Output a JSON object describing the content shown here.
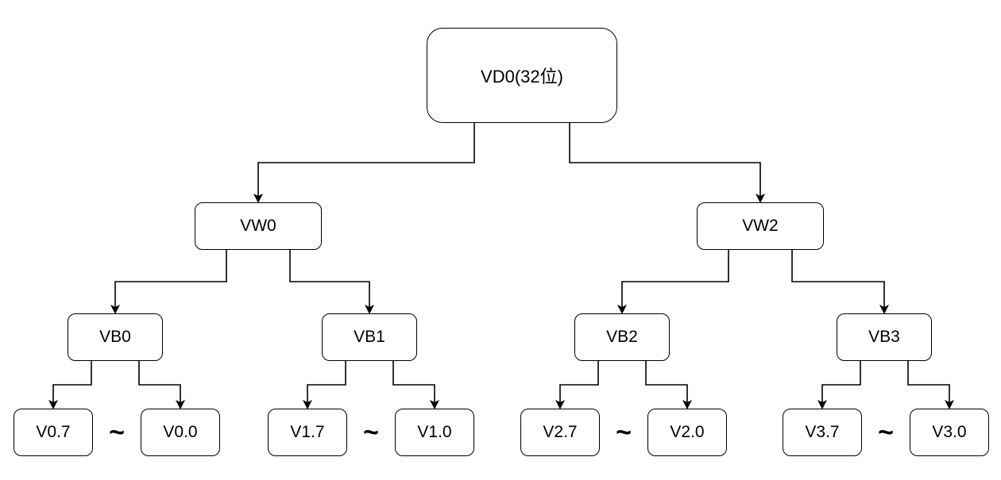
{
  "diagram": {
    "root": {
      "id": "vd0",
      "label": "VD0(32位)"
    },
    "words": [
      {
        "id": "vw0",
        "label": "VW0"
      },
      {
        "id": "vw2",
        "label": "VW2"
      }
    ],
    "bytes": [
      {
        "id": "vb0",
        "label": "VB0"
      },
      {
        "id": "vb1",
        "label": "VB1"
      },
      {
        "id": "vb2",
        "label": "VB2"
      },
      {
        "id": "vb3",
        "label": "VB3"
      }
    ],
    "bits": [
      {
        "id": "v0-7",
        "label": "V0.7"
      },
      {
        "id": "v0-0",
        "label": "V0.0"
      },
      {
        "id": "v1-7",
        "label": "V1.7"
      },
      {
        "id": "v1-0",
        "label": "V1.0"
      },
      {
        "id": "v2-7",
        "label": "V2.7"
      },
      {
        "id": "v2-0",
        "label": "V2.0"
      },
      {
        "id": "v3-7",
        "label": "V3.7"
      },
      {
        "id": "v3-0",
        "label": "V3.0"
      }
    ],
    "range_symbol": "~",
    "edges": [
      [
        "vd0",
        "vw0"
      ],
      [
        "vd0",
        "vw2"
      ],
      [
        "vw0",
        "vb0"
      ],
      [
        "vw0",
        "vb1"
      ],
      [
        "vw2",
        "vb2"
      ],
      [
        "vw2",
        "vb3"
      ],
      [
        "vb0",
        "v0-7"
      ],
      [
        "vb0",
        "v0-0"
      ],
      [
        "vb1",
        "v1-7"
      ],
      [
        "vb1",
        "v1-0"
      ],
      [
        "vb2",
        "v2-7"
      ],
      [
        "vb2",
        "v2-0"
      ],
      [
        "vb3",
        "v3-7"
      ],
      [
        "vb3",
        "v3-0"
      ]
    ]
  }
}
